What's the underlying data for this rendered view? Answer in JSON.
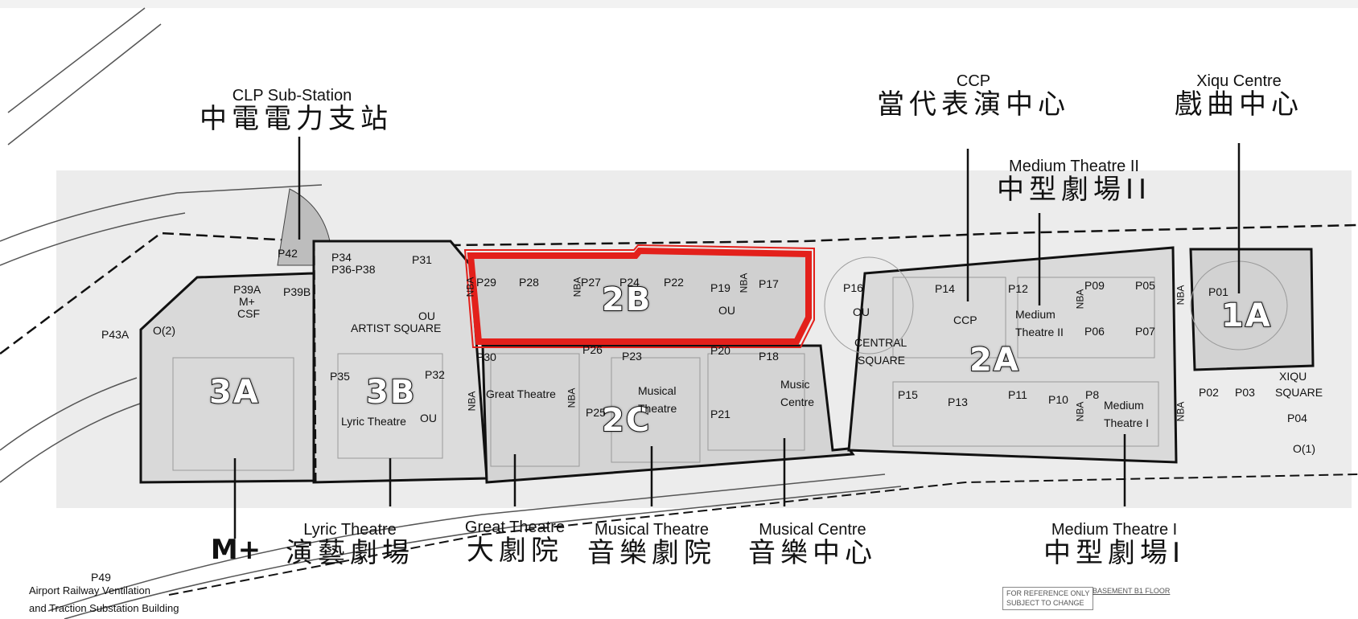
{
  "callouts": {
    "clp": {
      "en": "CLP Sub-Station",
      "zh": "中電電力支站"
    },
    "ccp": {
      "en": "CCP",
      "zh": "當代表演中心"
    },
    "xiqu": {
      "en": "Xiqu Centre",
      "zh": "戲曲中心"
    },
    "medium2": {
      "en": "Medium Theatre II",
      "zh": "中型劇場II"
    },
    "lyric": {
      "en": "Lyric Theatre",
      "zh": "演藝劇場"
    },
    "great": {
      "en": "Great Theatre",
      "zh": "大劇院"
    },
    "musical_theatre": {
      "en": "Musical Theatre",
      "zh": "音樂劇院"
    },
    "musical_centre": {
      "en": "Musical Centre",
      "zh": "音樂中心"
    },
    "medium1": {
      "en": "Medium Theatre I",
      "zh": "中型劇場I"
    },
    "mplus": "M+",
    "airport": {
      "line1": "Airport Railway Ventilation",
      "line2": "and Traction Substation Building"
    }
  },
  "zones": {
    "z3a": "3A",
    "z3b": "3B",
    "z2a": "2A",
    "z2b": "2B",
    "z2c": "2C",
    "z1a": "1A"
  },
  "highlight_color": "#e3201b",
  "plan_labels": {
    "p42": "P42",
    "p34": "P34",
    "p3638": "P36-P38",
    "p31": "P31",
    "p39a": "P39A",
    "mplus_csf1": "M+",
    "mplus_csf2": "CSF",
    "p39b": "P39B",
    "p43a": "P43A",
    "o2": "O(2)",
    "artist_square": "ARTIST SQUARE",
    "p35": "P35",
    "p32": "P32",
    "lyric_small": "Lyric Theatre",
    "ou": "OU",
    "p29": "P29",
    "p28": "P28",
    "p27": "P27",
    "p24": "P24",
    "p22": "P22",
    "p19": "P19",
    "p17": "P17",
    "nba": "NBA",
    "p30": "P30",
    "p26": "P26",
    "p23": "P23",
    "p20": "P20",
    "p18": "P18",
    "great_small": "Great Theatre",
    "p25": "P25",
    "musical_small1": "Musical",
    "musical_small2": "Theatre",
    "p21": "P21",
    "music_small1": "Music",
    "music_small2": "Centre",
    "p16": "P16",
    "central1": "CENTRAL",
    "central2": "SQUARE",
    "p14": "P14",
    "p12": "P12",
    "ccp_small": "CCP",
    "mt2_small1": "Medium",
    "mt2_small2": "Theatre II",
    "p09": "P09",
    "p05": "P05",
    "p06": "P06",
    "p07": "P07",
    "p15": "P15",
    "p13": "P13",
    "p11": "P11",
    "p10": "P10",
    "p8": "P8",
    "mt1_small1": "Medium",
    "mt1_small2": "Theatre I",
    "p01": "P01",
    "xiqu1": "XIQU",
    "xiqu2": "SQUARE",
    "p02": "P02",
    "p03": "P03",
    "p04": "P04",
    "o1": "O(1)",
    "p49": "P49"
  },
  "notes": {
    "ref1": "FOR REFERENCE ONLY",
    "ref2": "SUBJECT TO CHANGE",
    "floor": "BASEMENT B1 FLOOR"
  }
}
